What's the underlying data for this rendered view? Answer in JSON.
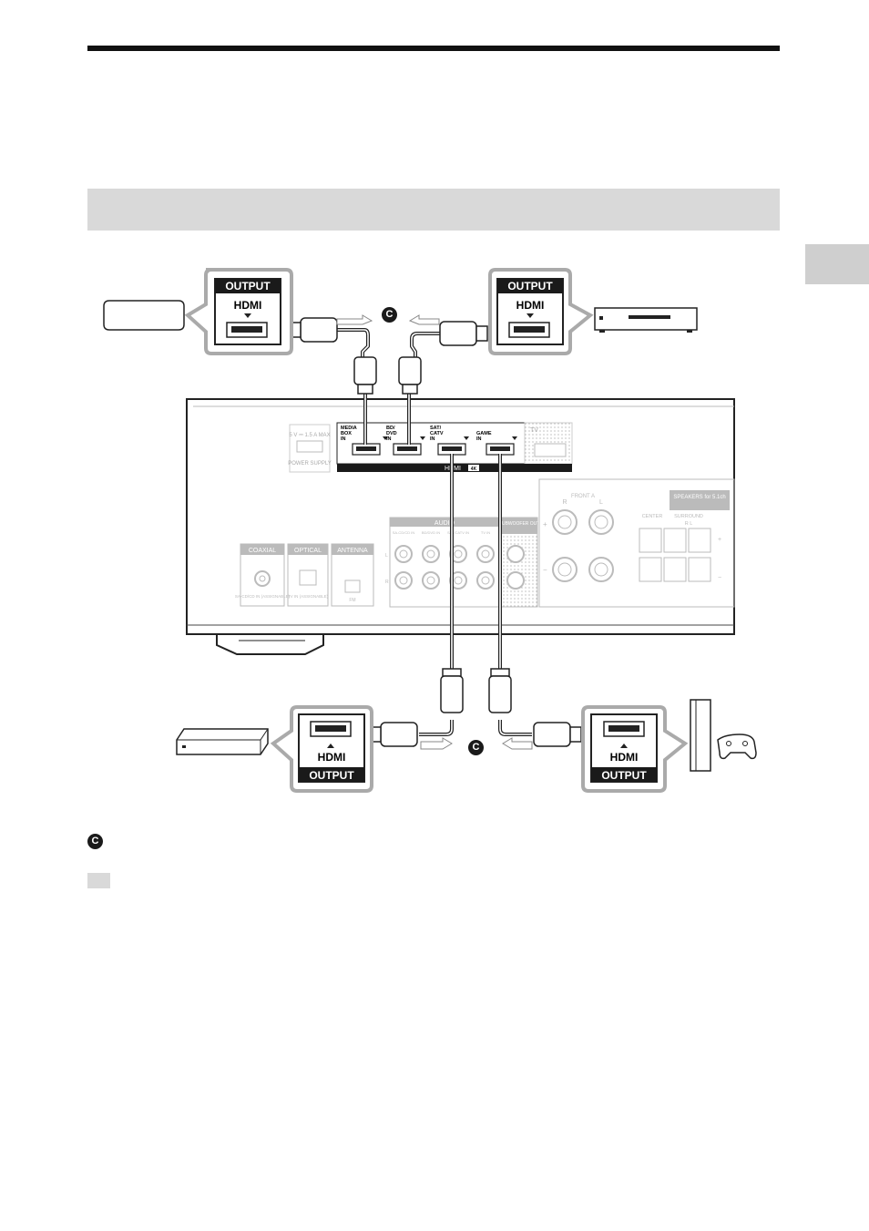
{
  "callout_mark": "C",
  "port_callouts": {
    "top_left": {
      "output": "OUTPUT",
      "hdmi": "HDMI"
    },
    "top_right": {
      "output": "OUTPUT",
      "hdmi": "HDMI"
    },
    "bottom_left": {
      "output": "OUTPUT",
      "hdmi": "HDMI"
    },
    "bottom_right": {
      "output": "OUTPUT",
      "hdmi": "HDMI"
    }
  },
  "receiver": {
    "hdmi_inputs": [
      {
        "l1": "MEDIA",
        "l2": "BOX",
        "l3": "IN"
      },
      {
        "l1": "BD/",
        "l2": "DVD",
        "l3": "IN"
      },
      {
        "l1": "SAT/",
        "l2": "CATV",
        "l3": "IN"
      },
      {
        "l1": "GAME",
        "l2": "",
        "l3": "IN"
      }
    ],
    "hdmi_bar_label": "HDMI",
    "hdmi_4k_badge": "4K",
    "tv_label": "TV",
    "usb_label": "5 V ⎓ 1.5 A MAX",
    "power_supply": "POWER SUPPLY",
    "coaxial": "COAXIAL",
    "coaxial_sub": "SA-CD/CD IN (ASSIGNABLE)",
    "optical": "OPTICAL",
    "optical_sub": "TV IN (ASSIGNABLE)",
    "antenna": "ANTENNA",
    "antenna_sub": "FM",
    "audio": "AUDIO",
    "audio_cols": [
      "SA-CD/CD IN",
      "BD/DVD IN",
      "SAT/CATV IN",
      "TV IN"
    ],
    "audio_rows": [
      "L",
      "R"
    ],
    "subwoofer": "SUBWOOFER OUT",
    "front_a": "FRONT A",
    "front_r": "R",
    "front_l": "L",
    "speakers": "SPEAKERS for 5.1ch",
    "center": "CENTER",
    "surround": "SURROUND",
    "surround_rl": "R   L",
    "plus": "+",
    "minus": "−"
  }
}
